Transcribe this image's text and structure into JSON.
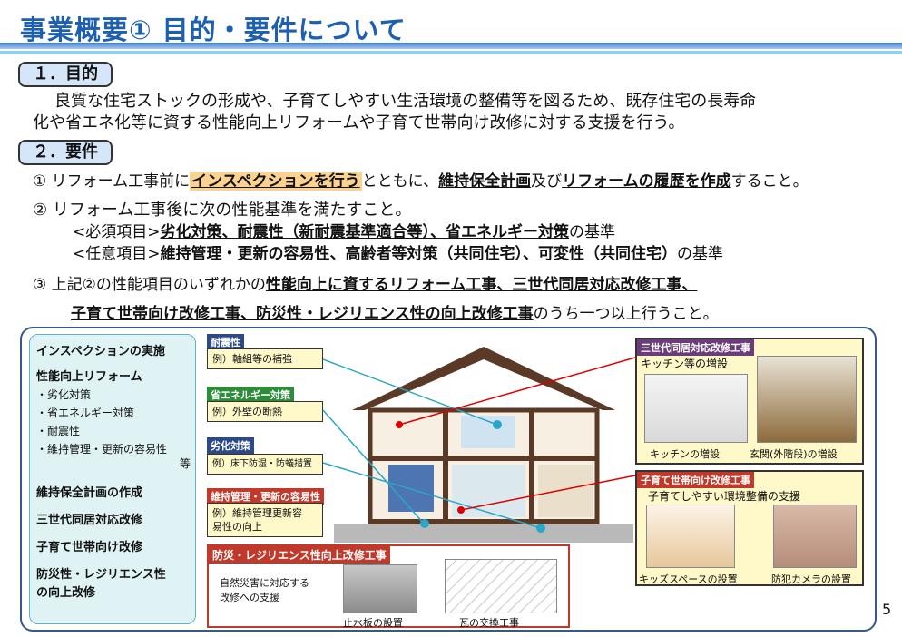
{
  "header": {
    "title": "事業概要①  目的・要件について"
  },
  "sections": {
    "purpose": {
      "label": "１．目的",
      "line1": "良質な住宅ストックの形成や、子育てしやすい生活環境の整備等を図るため、既存住宅の長寿命",
      "line2": "化や省エネ化等に資する性能向上リフォームや子育て世帯向け改修に対する支援を行う。"
    },
    "requirements": {
      "label": "２．要件",
      "r1": {
        "a": "① リフォーム工事前に",
        "b": "インスペクションを行う",
        "c": "とともに、",
        "d": "維持保全計画",
        "e": "及び",
        "f": "リフォームの履歴を作成",
        "g": "すること。"
      },
      "r2": {
        "text": "② リフォーム工事後に次の性能基準を満たすこと。"
      },
      "r2a": {
        "a": "<必須項目>",
        "b": "劣化対策、耐震性（新耐震基準適合等）、省エネルギー対策",
        "c": "の基準"
      },
      "r2b": {
        "a": "<任意項目>",
        "b": "維持管理・更新の容易性、高齢者等対策（共同住宅）、可変性（共同住宅）",
        "c": "の基準"
      },
      "r3": {
        "a": "③ 上記②の性能項目のいずれかの",
        "b": "性能向上に資するリフォーム工事、三世代同居対応改修工事、"
      },
      "r3b": {
        "a": "子育て世帯向け改修工事、防災性・レジリエンス性の向上改修工事",
        "b": "のうち一つ以上行うこと。"
      }
    }
  },
  "diagram": {
    "left_box": {
      "i1": "インスペクションの実施",
      "i2": "性能向上リフォーム",
      "b1": "・劣化対策",
      "b2": "・省エネルギー対策",
      "b3": "・耐震性",
      "b4": "・維持管理・更新の容易性",
      "b5": "等",
      "i3": "維持保全計画の作成",
      "i4": "三世代同居対応改修",
      "i5": "子育て世帯向け改修",
      "i6a": "防災性・レジリエンス性",
      "i6b": "の向上改修"
    },
    "tags": {
      "t1": "耐震性",
      "t1ex": "例）軸組等の補強",
      "t2": "省エネルギー対策",
      "t2ex": "例）外壁の断熱",
      "t3": "劣化対策",
      "t3ex": "例）床下防湿・防蟻措置",
      "t4": "維持管理・更新の容易性",
      "t4ex1": "例）維持管理更新容",
      "t4ex2": "易性の向上"
    },
    "resilience": {
      "title": "防災・レジリエンス性向上改修工事",
      "desc1": "自然災害に対応する",
      "desc2": "改修への支援",
      "cap1": "止水板の設置",
      "cap2": "瓦の交換工事"
    },
    "three_gen": {
      "title": "三世代同居対応改修工事",
      "sub": "キッチン等の増設",
      "cap1": "キッチンの増設",
      "cap2": "玄関(外階段)の増設"
    },
    "child": {
      "title": "子育て世帯向け改修工事",
      "sub": "子育てしやすい環境整備の支援",
      "cap1": "キッズスペースの設置",
      "cap2": "防犯カメラの設置"
    }
  },
  "page_number": "5",
  "colors": {
    "title": "#1d5fb0",
    "highlight": "#fbd28f",
    "red_panel": "#c0392b",
    "green_tag": "#2e8b3a",
    "purple_tag": "#6a3d7a"
  }
}
